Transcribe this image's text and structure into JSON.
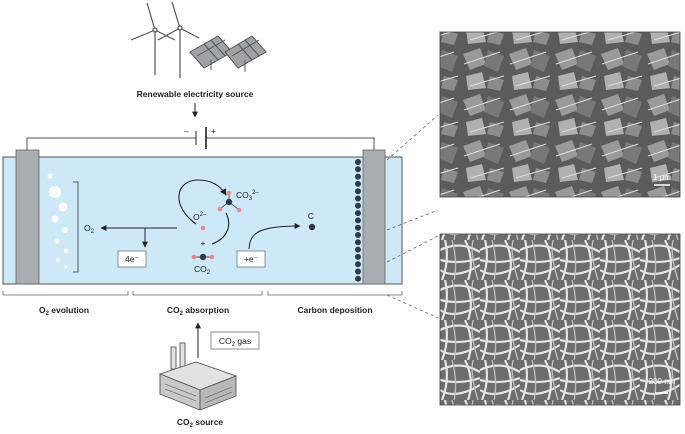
{
  "source": {
    "label": "Renewable electricity source"
  },
  "circuit": {
    "minus": "–",
    "plus": "+"
  },
  "cell": {
    "o2": "O",
    "o2_sub": "2",
    "carbon": "C",
    "carbonate": "CO",
    "carbonate_sub": "3",
    "carbonate_sup": "2–",
    "oxide": "O",
    "oxide_sup": "2–",
    "plus_sign": "+",
    "co2": "CO",
    "co2_sub": "2",
    "electrons_out": "4e⁻",
    "electrons_in": "+e⁻"
  },
  "sections": {
    "evolution": {
      "prefix": "O",
      "sub": "2",
      "suffix": " evolution"
    },
    "absorption": {
      "prefix": "CO",
      "sub": "2",
      "suffix": " absorption"
    },
    "deposition": {
      "label": "Carbon deposition"
    }
  },
  "gas": {
    "prefix": "CO",
    "sub": "2",
    "suffix": " gas"
  },
  "co2_source": {
    "prefix": "CO",
    "sub": "2",
    "suffix": " source"
  },
  "micrographs": {
    "top_scale": "1 μm",
    "bottom_scale": "200 nm"
  },
  "colors": {
    "electrolyte": "#cde8f7",
    "electrode": "#a9adb1",
    "carbon_dot": "#2e3a4c",
    "oxygen_atom": "#e58b8b",
    "line": "#555555"
  }
}
